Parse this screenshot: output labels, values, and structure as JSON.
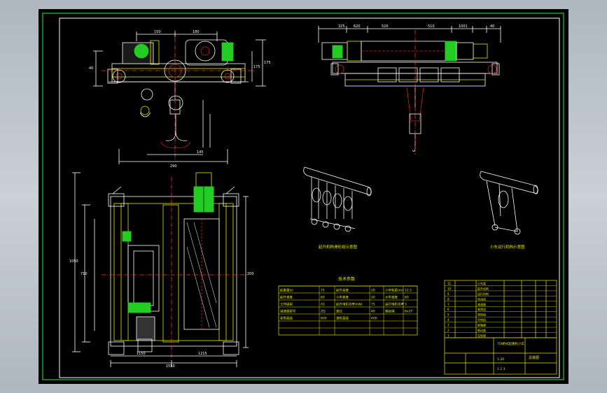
{
  "colors": {
    "background": "#000000",
    "frame": "#1fd31f",
    "outline": "#ffffff",
    "annotation": "#e6e600",
    "dimension": "#ffffff",
    "hidden": "#cc2222",
    "motor": "#22cc22",
    "centerline": "#ff3333"
  },
  "front_view": {
    "dims": {
      "top_left": "150",
      "top_right": "180",
      "bottom": "290",
      "bottom_right": "145",
      "right_a": "175",
      "right_b": "175",
      "left_a": "40"
    }
  },
  "side_view": {
    "dims": {
      "a": "325",
      "b": "620",
      "c": "520",
      "d": "510",
      "e": "1001",
      "f": "40"
    }
  },
  "plan_view": {
    "dims": {
      "left_a": "1050",
      "left_b": "710",
      "bottom_left": "1150",
      "bottom_right": "1215",
      "bottom_total": "1550",
      "right": "200"
    }
  },
  "reeving": {
    "left_caption": "起升机构滑轮组示意图",
    "right_caption": "小车运行机构示意图"
  },
  "spec_table": {
    "title": "技术参数",
    "rows": [
      [
        "起重量(t)",
        "75",
        "起升高度",
        "20",
        "小车轨距(m)",
        "12.5"
      ],
      [
        "起升速度",
        "60",
        "小车速度",
        "20",
        "大车速度",
        "60"
      ],
      [
        "工作级别",
        "A5",
        "起升电机功率(kW)",
        "75",
        "运行电机功率",
        "3"
      ],
      [
        "减速器型号",
        "ZQ",
        "速比",
        "40",
        "钢丝绳",
        "6x37"
      ],
      [
        "卷筒直径",
        "600",
        "滑轮直径",
        "400",
        "",
        ""
      ],
      [
        "",
        "",
        "",
        "",
        "",
        ""
      ],
      [
        "",
        "",
        "",
        "",
        "",
        ""
      ]
    ]
  },
  "title_block": {
    "part_list": [
      "小车架",
      "起升机构",
      "运行机构",
      "电动机",
      "减速器",
      "卷筒组",
      "滑轮组",
      "吊钩组",
      "联轴器",
      "制动器",
      "车轮组"
    ],
    "drawing_name": "75t桥式起重机小车",
    "company": "总装图",
    "scale": "1:20",
    "sheet": "1 2 3"
  }
}
